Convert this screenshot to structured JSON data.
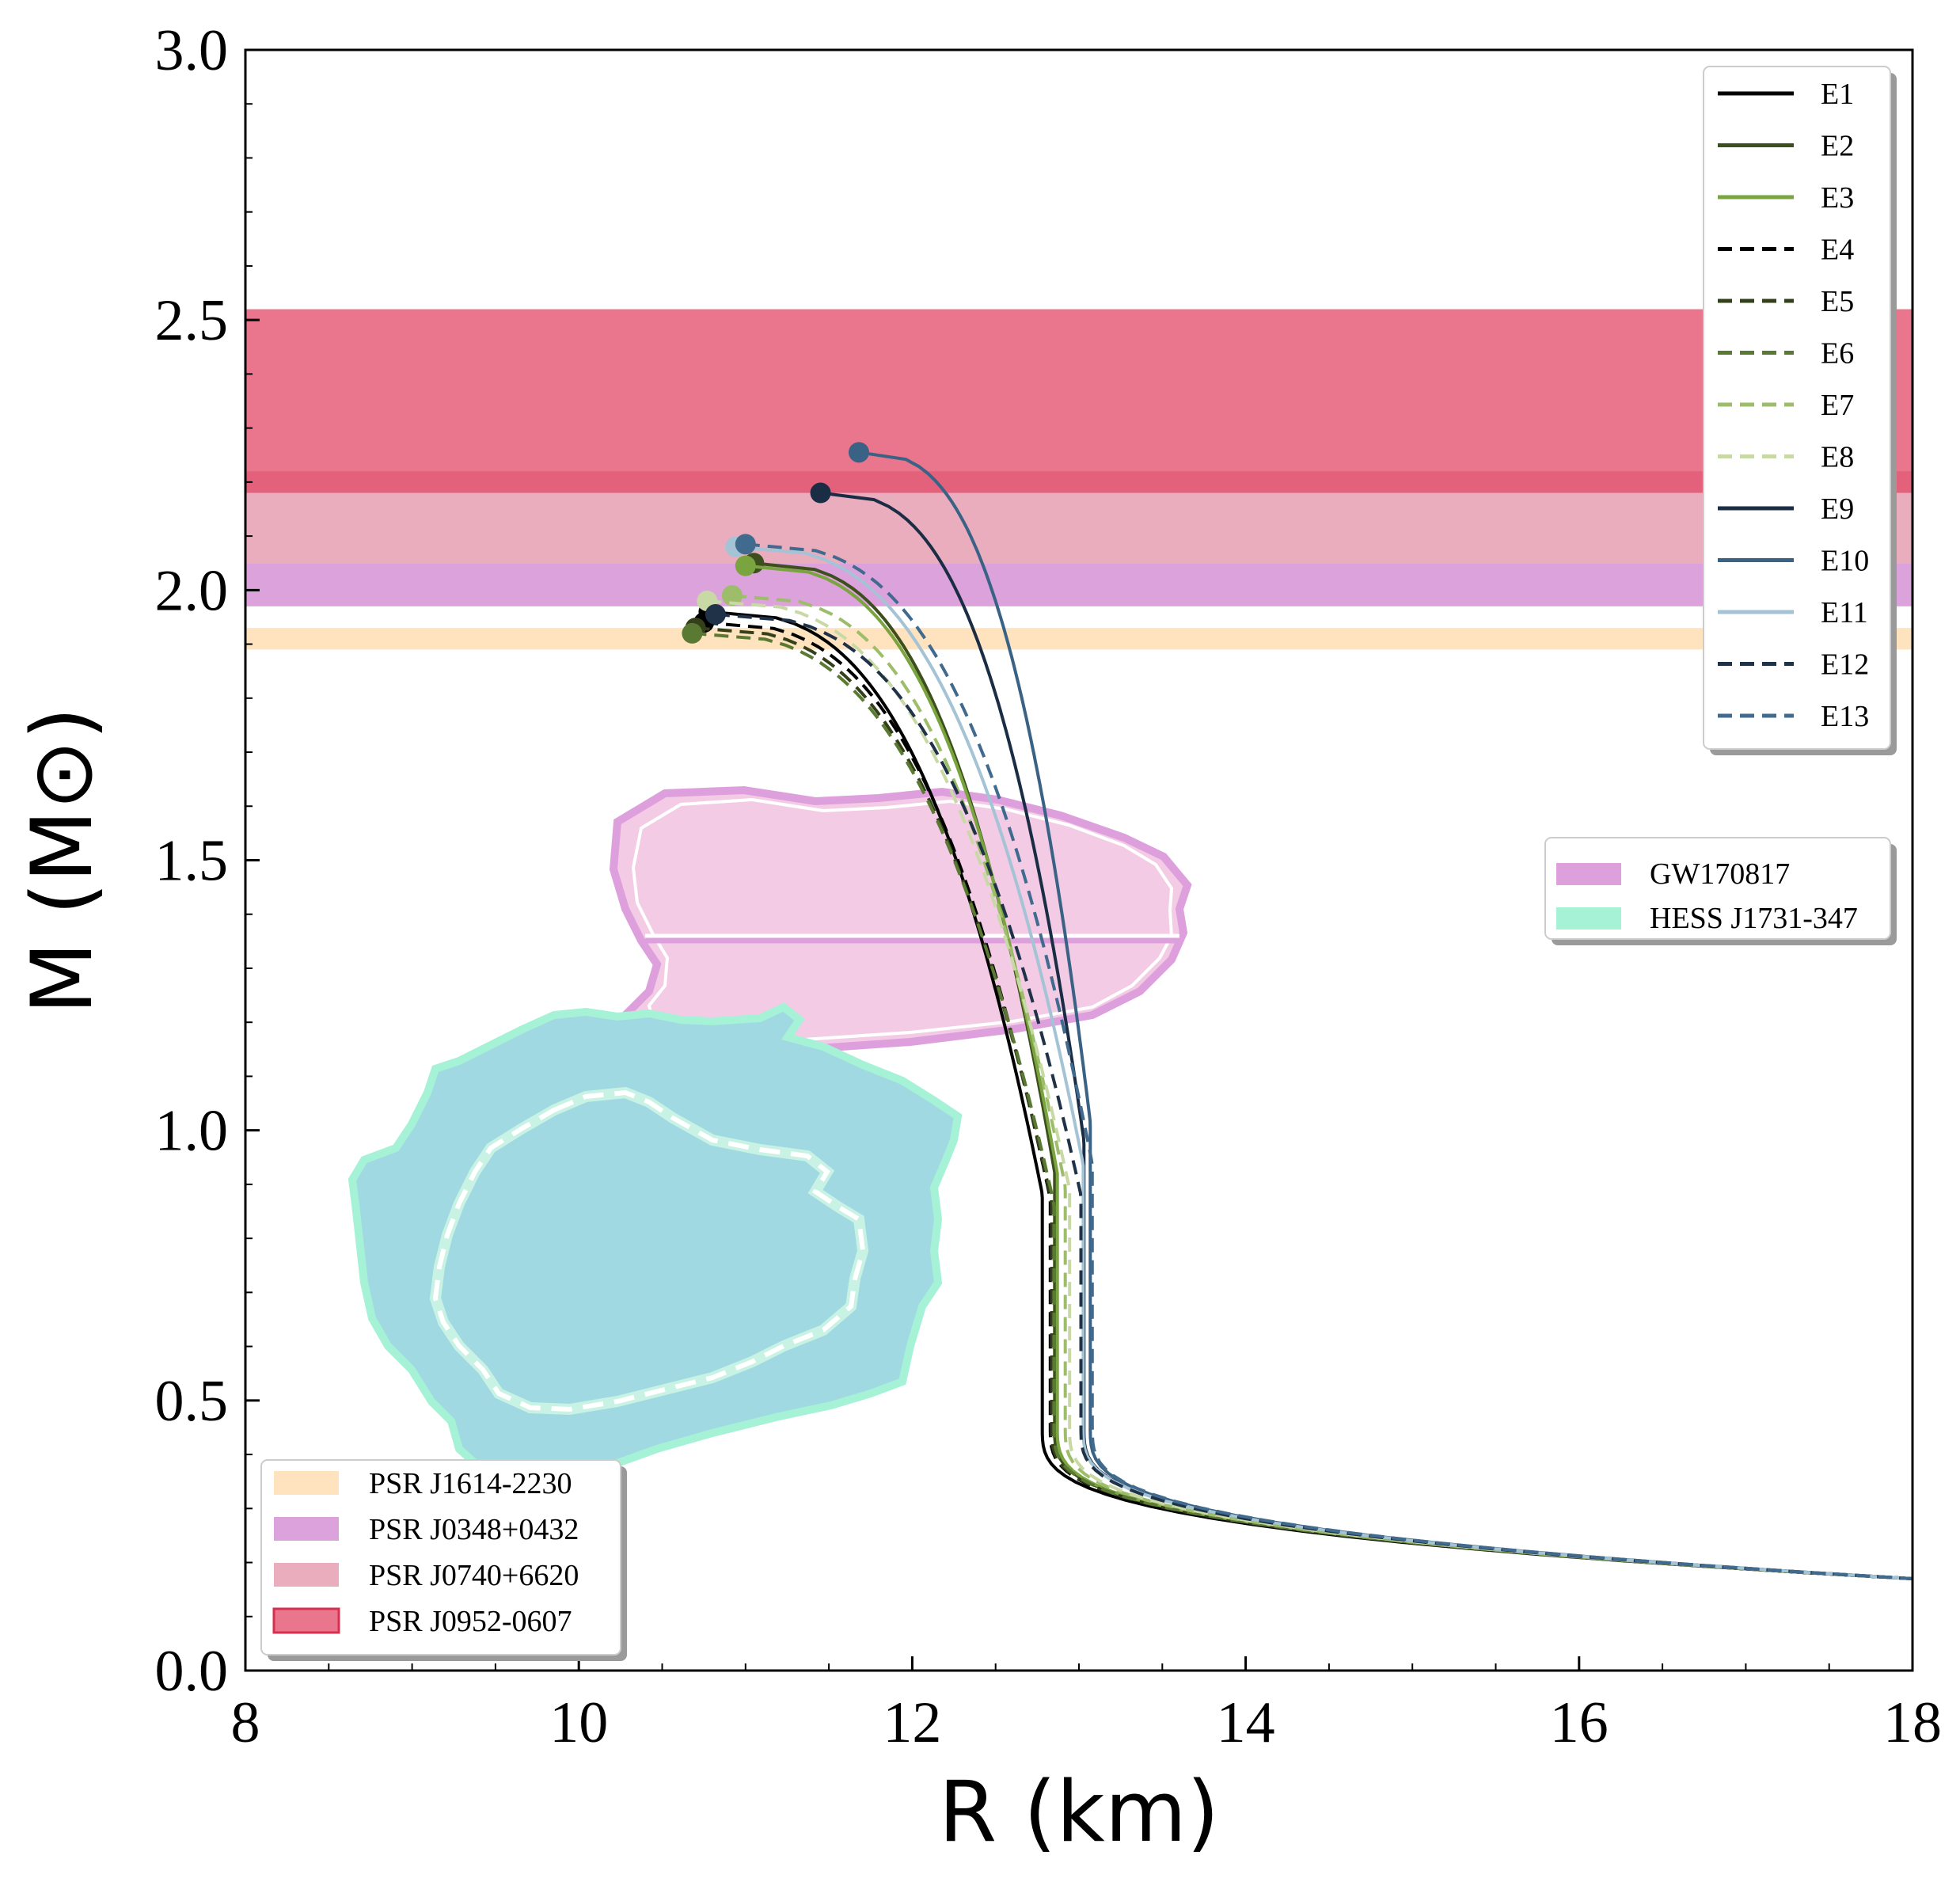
{
  "chart_data": {
    "type": "line",
    "xlabel": "R (km)",
    "ylabel": "M (M⊙)",
    "xlim": [
      8,
      18
    ],
    "ylim": [
      0,
      3
    ],
    "xticks": [
      "8",
      "10",
      "12",
      "14",
      "16",
      "18"
    ],
    "yticks": [
      "0.0",
      "0.5",
      "1.0",
      "1.5",
      "2.0",
      "2.5",
      "3.0"
    ],
    "grid": false,
    "legend_position": "top-right",
    "series": [
      {
        "name": "E1",
        "color": "#000000",
        "dash": "solid",
        "rmax": 10.78,
        "mmax": 1.96,
        "soft": 1.0
      },
      {
        "name": "E2",
        "color": "#3d4f1c",
        "dash": "solid",
        "rmax": 11.05,
        "mmax": 2.05,
        "soft": 0.55
      },
      {
        "name": "E3",
        "color": "#7aa43f",
        "dash": "solid",
        "rmax": 11.0,
        "mmax": 2.045,
        "soft": 0.58
      },
      {
        "name": "E4",
        "color": "#000000",
        "dash": "dashed",
        "rmax": 10.75,
        "mmax": 1.94,
        "soft": 1.1
      },
      {
        "name": "E5",
        "color": "#33401a",
        "dash": "dashed",
        "rmax": 10.7,
        "mmax": 1.93,
        "soft": 1.2
      },
      {
        "name": "E6",
        "color": "#5a7a33",
        "dash": "dashed",
        "rmax": 10.68,
        "mmax": 1.92,
        "soft": 1.25
      },
      {
        "name": "E7",
        "color": "#9dbd6a",
        "dash": "dashed",
        "rmax": 10.92,
        "mmax": 1.99,
        "soft": 0.85
      },
      {
        "name": "E8",
        "color": "#c8d9a6",
        "dash": "dashed",
        "rmax": 10.77,
        "mmax": 1.98,
        "soft": 0.8
      },
      {
        "name": "E9",
        "color": "#1b2d44",
        "dash": "solid",
        "rmax": 11.45,
        "mmax": 2.18,
        "soft": 0.25
      },
      {
        "name": "E10",
        "color": "#3a6285",
        "dash": "solid",
        "rmax": 11.68,
        "mmax": 2.255,
        "soft": 0.1
      },
      {
        "name": "E11",
        "color": "#a4c4d6",
        "dash": "solid",
        "rmax": 10.94,
        "mmax": 2.08,
        "soft": 0.62
      },
      {
        "name": "E12",
        "color": "#1f3248",
        "dash": "dashed",
        "rmax": 10.82,
        "mmax": 1.955,
        "soft": 0.9
      },
      {
        "name": "E13",
        "color": "#406a8e",
        "dash": "dashed",
        "rmax": 11.0,
        "mmax": 2.085,
        "soft": 0.5
      }
    ],
    "mass_bands": [
      {
        "name": "PSR J1614-2230",
        "color": "#ffd9a8",
        "opacity": 0.75,
        "ymin": 1.89,
        "ymax": 1.93
      },
      {
        "name": "PSR J0348+0432",
        "color": "#d083d0",
        "opacity": 0.75,
        "ymin": 1.97,
        "ymax": 2.05
      },
      {
        "name": "PSR J0740+6620",
        "color": "#e08aa3",
        "opacity": 0.7,
        "ymin": 2.05,
        "ymax": 2.22
      },
      {
        "name": "PSR J0952-0607",
        "color": "#e24866",
        "opacity": 0.75,
        "ymin": 2.18,
        "ymax": 2.52
      }
    ],
    "regions": [
      {
        "name": "GW170817",
        "color": "#dda0dd"
      },
      {
        "name": "HESS J1731-347",
        "color": "#a6f2d6"
      }
    ]
  }
}
